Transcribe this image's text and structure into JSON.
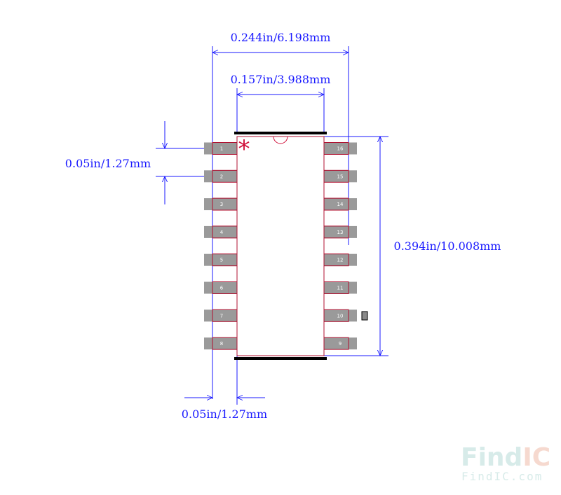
{
  "dimensions": {
    "overall_width": "0.244in/6.198mm",
    "body_width": "0.157in/3.988mm",
    "pitch": "0.05in/1.27mm",
    "body_length": "0.394in/10.008mm",
    "pad_length": "0.05in/1.27mm"
  },
  "pins_left": [
    "1",
    "2",
    "3",
    "4",
    "5",
    "6",
    "7",
    "8"
  ],
  "pins_right": [
    "16",
    "15",
    "14",
    "13",
    "12",
    "11",
    "10",
    "9"
  ],
  "pin1_marker": "*",
  "watermark": {
    "brand_a": "Find",
    "brand_b": "IC",
    "url": "FindIC.com"
  },
  "colors": {
    "dimension": "#1a1aff",
    "pad_fill": "#9a9a9a",
    "pad_outline": "#b01030",
    "body_outline": "#000000",
    "pin1_marker": "#d0103a",
    "watermark_a": "#d7ebe9",
    "watermark_b": "#f6d9cf"
  }
}
